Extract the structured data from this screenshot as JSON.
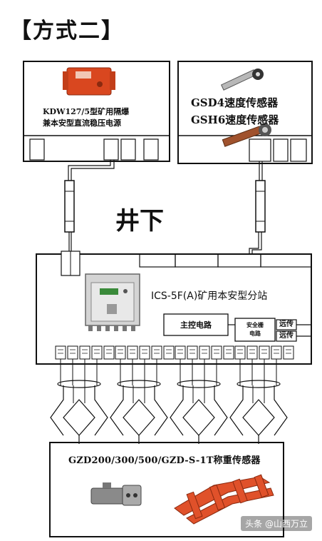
{
  "title": "【方式二】",
  "power_box": {
    "line1": "KDW127/5型矿用隔爆",
    "line2": "兼本安型直流稳压电源"
  },
  "sensor_box": {
    "line1": "GSD4速度传感器",
    "line2": "GSH6速度传感器"
  },
  "underground_label": "井下",
  "substation": {
    "name": "ICS-5F(A)矿用本安型分站",
    "main_circuit": "主控电路",
    "safety_barrier_line1": "安全栅",
    "safety_barrier_line2": "电路",
    "tx1": "远传",
    "tx2": "远传"
  },
  "weighing": {
    "label": "GZD200/300/500/GZD-S-1T称重传感器"
  },
  "watermark": "头条 @山西万立",
  "colors": {
    "device_red": "#d9471f",
    "line": "#111111"
  }
}
